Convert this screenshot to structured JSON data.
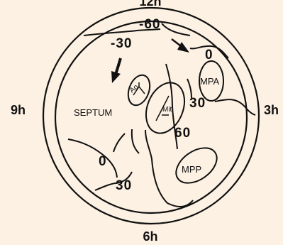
{
  "clock_labels": {
    "top": "12h",
    "left": "9h",
    "right": "3h",
    "bottom": "6h"
  },
  "region_labels": {
    "septum": "SEPTUM",
    "ao": "Ao",
    "mit": "Mit",
    "mpa": "MPA",
    "mpp": "MPP"
  },
  "isochrone_labels": [
    "-60",
    "-30",
    "0",
    "30",
    "60",
    "0",
    "30"
  ]
}
